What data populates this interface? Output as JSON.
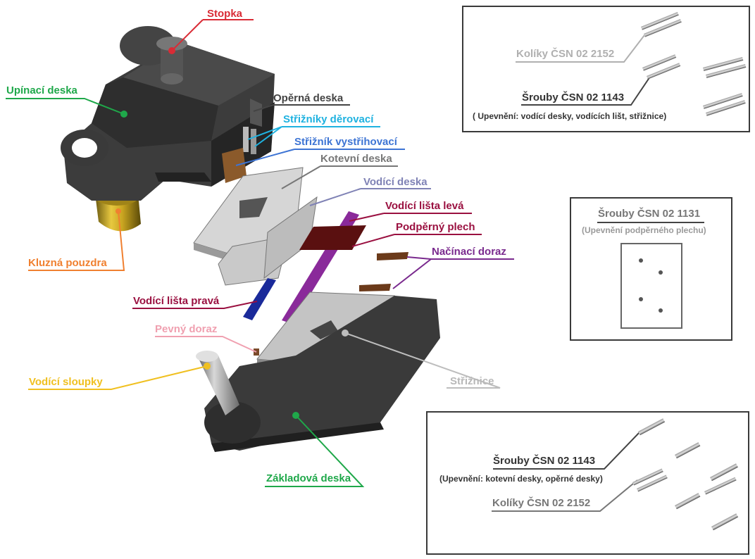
{
  "colors": {
    "stopka": "#d92b35",
    "upinaci": "#1fa84a",
    "operna": "#444444",
    "strizniky": "#1fb2e0",
    "vystrihovaci": "#3d74d4",
    "kotevni": "#777777",
    "vodici_deska": "#7f82b5",
    "lista_leva": "#9a1040",
    "podperny": "#9a1040",
    "nacinaci": "#7a2a8e",
    "kluzna": "#f08030",
    "lista_prava": "#9a1040",
    "pevny": "#f0a0b0",
    "sloupky": "#f0c020",
    "striznice": "#bdbdbd",
    "zakladova": "#1fa84a",
    "gray_text": "#b0b0b0",
    "dark_text": "#333333"
  },
  "labels": {
    "stopka": "Stopka",
    "upinaci_deska": "Upínací deska",
    "operna_deska": "Opěrná deska",
    "strizniky_derovaci": "Střižníky děrovací",
    "striznik_vystrihovaci": "Střižník vystřihovací",
    "kotevni_deska": "Kotevní deska",
    "vodici_deska": "Vodící deska",
    "vodici_lista_leva": "Vodící lišta levá",
    "podperny_plech": "Podpěrný plech",
    "nacinaci_doraz": "Načínací doraz",
    "kluzna_pouzdra": "Kluzná pouzdra",
    "vodici_lista_prava": "Vodící lišta pravá",
    "pevny_doraz": "Pevný doraz",
    "vodici_sloupky": "Vodící sloupky",
    "striznice": "Střižnice",
    "zakladova_deska": "Základová deska"
  },
  "box_top": {
    "koliky": "Kolíky ČSN 02 2152",
    "srouby": "Šrouby ČSN 02 1143",
    "note": "( Upevnění: vodící desky, vodících lišt, střižnice)"
  },
  "box_mid": {
    "srouby": "Šrouby ČSN 02 1131",
    "note": "(Upevnění podpěrného plechu)"
  },
  "box_bottom": {
    "srouby": "Šrouby ČSN 02 1143",
    "note": "(Upevnění: kotevní desky, opěrné desky)",
    "koliky": "Kolíky ČSN 02 2152"
  }
}
